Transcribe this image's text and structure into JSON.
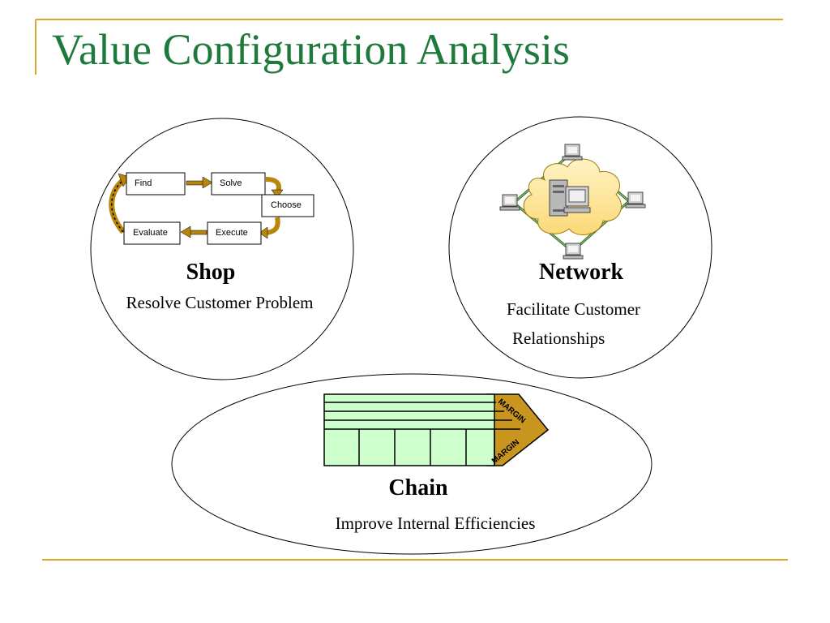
{
  "title": "Value Configuration Analysis",
  "colors": {
    "title": "#1e7a3c",
    "rule": "#d9a72a",
    "arrow": "#b8860b",
    "cloud": "#fde9a6",
    "chain_fill": "#ccffcc",
    "margin_fill": "#c8961e"
  },
  "shop": {
    "label": "Shop",
    "description": "Resolve Customer Problem",
    "steps": {
      "find": "Find",
      "solve": "Solve",
      "choose": "Choose",
      "execute": "Execute",
      "evaluate": "Evaluate"
    }
  },
  "network": {
    "label": "Network",
    "description_line1": "Facilitate Customer",
    "description_line2": "Relationships",
    "icons": [
      "computer-icon",
      "server-icon",
      "cloud-icon"
    ]
  },
  "chain": {
    "label": "Chain",
    "description": "Improve Internal Efficiencies",
    "margin_top": "MARGIN",
    "margin_bottom": "MARGIN"
  }
}
